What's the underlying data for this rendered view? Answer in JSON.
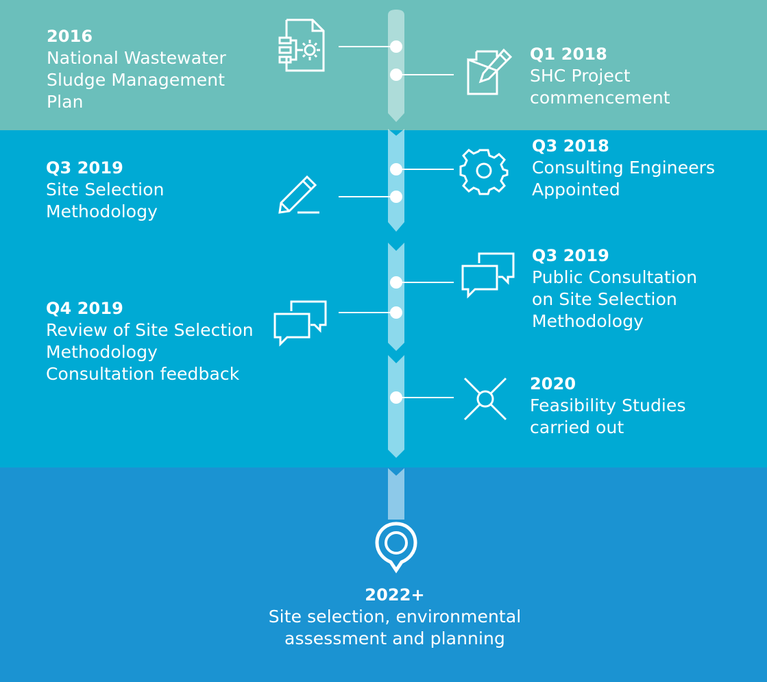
{
  "colors": {
    "band_top": "#6bbfbb",
    "band_middle": "#00aad4",
    "band_bottom": "#1b93d2",
    "spine": "#cfe9f4",
    "text": "#ffffff"
  },
  "milestones": [
    {
      "year": "2016",
      "text": "National Wastewater\nSludge Management\nPlan",
      "icon": "document-gear-icon"
    },
    {
      "year": "Q1 2018",
      "text": "SHC Project\ncommencement",
      "icon": "edit-document-icon"
    },
    {
      "year": "Q3 2018",
      "text": "Consulting Engineers\nAppointed",
      "icon": "gear-icon"
    },
    {
      "year": "Q3 2019",
      "text": "Site Selection\nMethodology",
      "icon": "pencil-icon"
    },
    {
      "year": "Q3 2019",
      "text": "Public Consultation\non Site Selection\nMethodology",
      "icon": "speech-bubbles-icon"
    },
    {
      "year": "Q4 2019",
      "text": "Review of Site Selection\nMethodology\nConsultation feedback",
      "icon": "speech-bubbles-icon"
    },
    {
      "year": "2020",
      "text": "Feasibility Studies\ncarried out",
      "icon": "crosshair-icon"
    },
    {
      "year": "2022+",
      "text": "Site selection, environmental\nassessment and planning",
      "icon": "location-pin-icon"
    }
  ]
}
